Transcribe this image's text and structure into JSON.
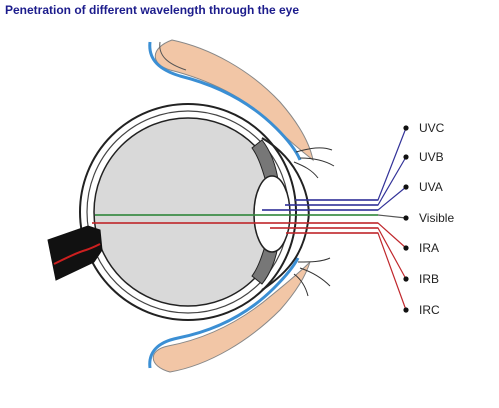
{
  "title": "Penetration of different wavelength through the eye",
  "wavelengths": [
    {
      "label": "UVC",
      "color": "#333399"
    },
    {
      "label": "UVB",
      "color": "#333399"
    },
    {
      "label": "UVA",
      "color": "#333399"
    },
    {
      "label": "Visible",
      "color": "#2e8b3a"
    },
    {
      "label": "IRA",
      "color": "#c0282d"
    },
    {
      "label": "IRB",
      "color": "#c0282d"
    },
    {
      "label": "IRC",
      "color": "#c0282d"
    }
  ],
  "colors": {
    "skin": "#f2c6a6",
    "eyelid_lining": "#3b8fd4",
    "vitreous": "#d9d9d9",
    "nerve": "#111111",
    "vessel": "#cc1f1f"
  }
}
